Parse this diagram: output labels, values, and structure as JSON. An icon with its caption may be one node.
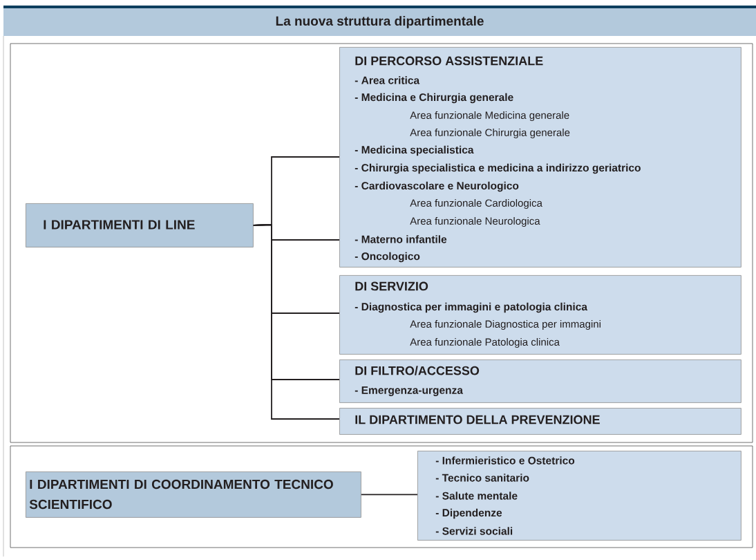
{
  "diagram": {
    "title": "La nuova struttura dipartimentale",
    "nodes": [
      {
        "text": [
          "I DIPARTIMENTI DI LINE"
        ]
      },
      {
        "text": [
          "DI PERCORSO ASSISTENZIALE",
          "- Area critica",
          "- Medicina e Chirurgia generale",
          "Area funzionale Medicina generale",
          "Area funzionale Chirurgia generale",
          "- Medicina specialistica",
          "- Chirurgia specialistica e medicina a indirizzo geriatrico",
          "- Cardiovascolare e Neurologico",
          "Area funzionale Cardiologica",
          "Area funzionale Neurologica",
          "- Materno infantile",
          "- Oncologico"
        ]
      },
      {
        "text": [
          "DI SERVIZIO",
          "- Diagnostica per immagini e patologia clinica",
          "Area funzionale Diagnostica per immagini",
          "Area funzionale Patologia clinica"
        ]
      },
      {
        "text": [
          "DI FILTRO/ACCESSO",
          "- Emergenza-urgenza"
        ]
      },
      {
        "text": [
          "IL DIPARTIMENTO DELLA PREVENZIONE"
        ]
      },
      {
        "text": [
          "I DIPARTIMENTI DI COORDINAMENTO TECNICO SCIENTIFICO"
        ]
      },
      {
        "text": [
          "- Infermieristico e Ostetrico",
          "- Tecnico sanitario",
          "- Salute mentale",
          "- Dipendenze",
          "- Servizi sociali"
        ]
      }
    ],
    "edges": [
      {
        "from": 0,
        "to": 1,
        "arrow": "none"
      },
      {
        "from": 0,
        "to": 1,
        "arrow": "none"
      },
      {
        "from": 0,
        "to": 2,
        "arrow": "none"
      },
      {
        "from": 0,
        "to": 3,
        "arrow": "none"
      },
      {
        "from": 0,
        "to": 4,
        "arrow": "none"
      },
      {
        "from": 5,
        "to": 6,
        "arrow": "none"
      }
    ]
  }
}
